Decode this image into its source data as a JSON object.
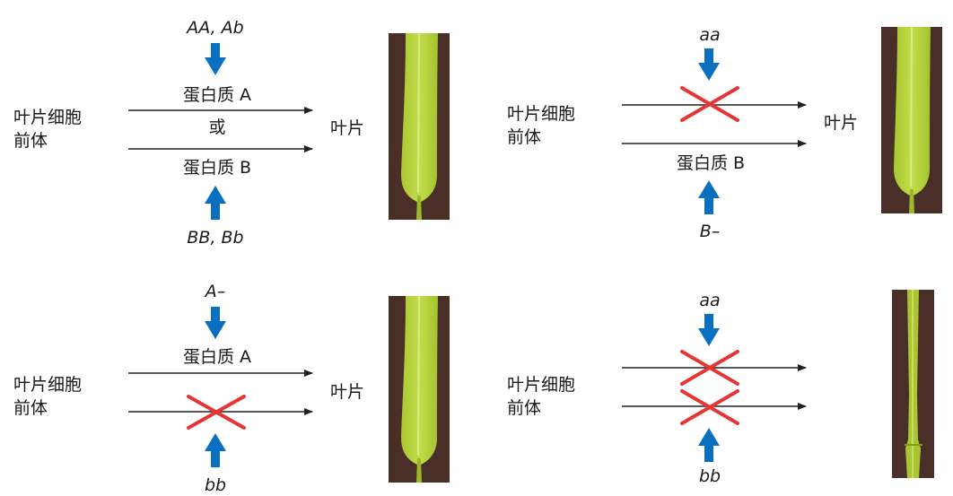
{
  "colors": {
    "arrow": "#0a6fbf",
    "cross": "#e53535",
    "soil": "#4a2f29",
    "leaf": "#b7d23b",
    "leaf_dark": "#89ab25",
    "line": "#222222"
  },
  "panel1": {
    "geno_top": "AA, Ab",
    "protein_a": "蛋白质 A",
    "or": "或",
    "protein_b": "蛋白质 B",
    "geno_bottom": "BB, Bb",
    "cell_line1": "叶片细胞",
    "cell_line2": "前体",
    "result": "叶片"
  },
  "panel2": {
    "geno_top": "aa",
    "protein_b": "蛋白质 B",
    "geno_bottom": "B–",
    "cell_line1": "叶片细胞",
    "cell_line2": "前体",
    "result": "叶片"
  },
  "panel3": {
    "geno_top": "A–",
    "protein_a": "蛋白质 A",
    "geno_bottom": "bb",
    "cell_line1": "叶片细胞",
    "cell_line2": "前体",
    "result": "叶片"
  },
  "panel4": {
    "geno_top": "aa",
    "geno_bottom": "bb",
    "cell_line1": "叶片细胞",
    "cell_line2": "前体"
  }
}
